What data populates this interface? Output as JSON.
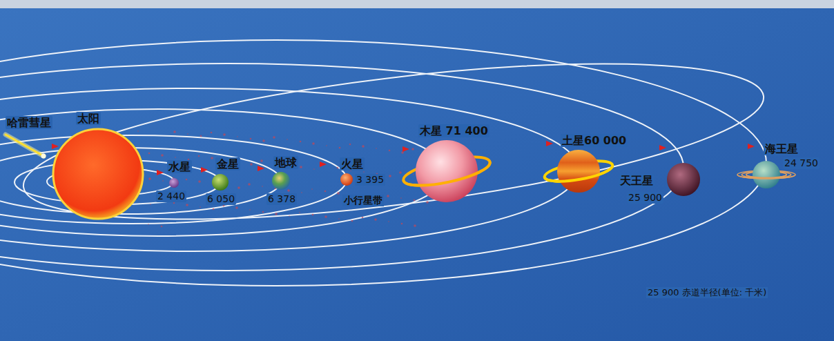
{
  "diagram": {
    "nodes": [
      {
        "text": [
          "哈雷彗星"
        ]
      },
      {
        "text": [
          "太阳"
        ]
      },
      {
        "text": [
          "水星",
          "2 440"
        ]
      },
      {
        "text": [
          "金星",
          "6 050"
        ]
      },
      {
        "text": [
          "地球",
          "6 378"
        ]
      },
      {
        "text": [
          "火星",
          "3 395"
        ]
      },
      {
        "text": [
          "木星 71 400"
        ]
      },
      {
        "text": [
          "土星60 000"
        ]
      },
      {
        "text": [
          "天王星",
          "25 900"
        ]
      },
      {
        "text": [
          "海王星",
          "24 750"
        ]
      }
    ],
    "labels": [
      "小行星带",
      "25 900 赤道半径(单位: 千米)"
    ]
  }
}
